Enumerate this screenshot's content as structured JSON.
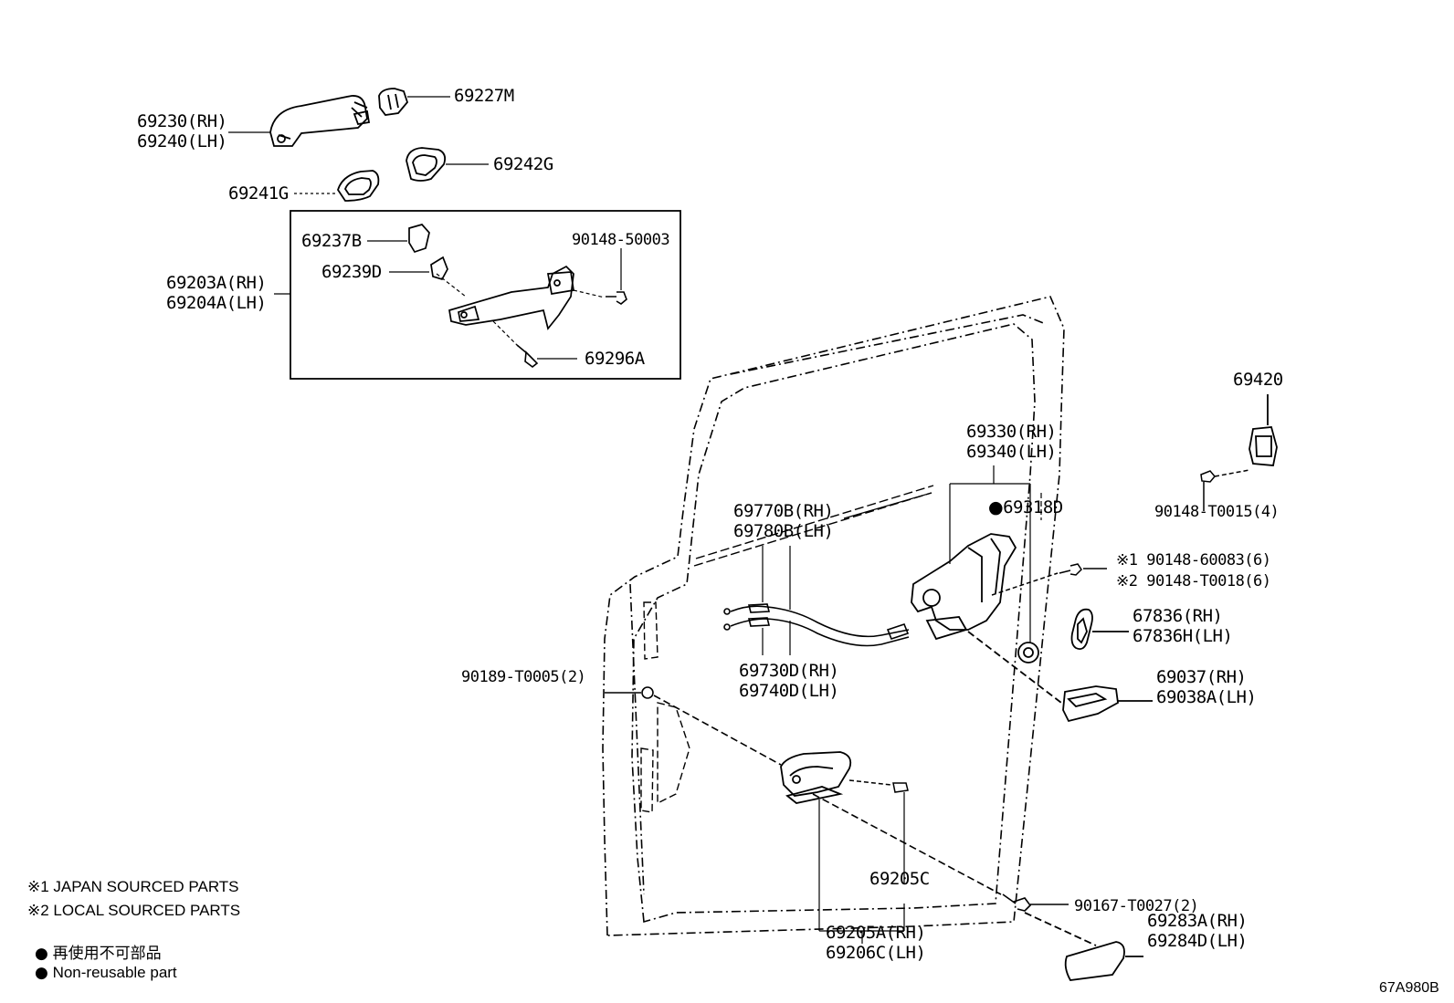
{
  "labels": {
    "p69230": [
      "69230(RH)",
      "69240(LH)"
    ],
    "p69227M": "69227M",
    "p69242G": "69242G",
    "p69241G": "69241G",
    "p69237B": "69237B",
    "p90148_50003": "90148-50003",
    "p69239D": "69239D",
    "p69203A": [
      "69203A(RH)",
      "69204A(LH)"
    ],
    "p69296A": "69296A",
    "p69330": [
      "69330(RH)",
      "69340(LH)"
    ],
    "p69318D": "69318D",
    "p69770B": [
      "69770B(RH)",
      "69780B(LH)"
    ],
    "p69730D": [
      "69730D(RH)",
      "69740D(LH)"
    ],
    "p90189": "90189-T0005(2)",
    "p69420": "69420",
    "p90148_T0015": "90148-T0015(4)",
    "p90148_60083": "※1 90148-60083(6)",
    "p90148_T0018": "※2 90148-T0018(6)",
    "p67836": [
      "67836(RH)",
      "67836H(LH)"
    ],
    "p69037": [
      "69037(RH)",
      "69038A(LH)"
    ],
    "p69205C": "69205C",
    "p90167": "90167-T0027(2)",
    "p69283A": [
      "69283A(RH)",
      "69284D(LH)"
    ],
    "p69205A": [
      "69205A(RH)",
      "69206C(LH)"
    ]
  },
  "notes": {
    "japan": "※1  JAPAN SOURCED PARTS",
    "local": "※2  LOCAL SOURCED PARTS",
    "non_reuse_jp": "再使用不可部品",
    "non_reuse_en": "Non-reusable part",
    "bullet": "●"
  },
  "diagram_code": "67A980B"
}
